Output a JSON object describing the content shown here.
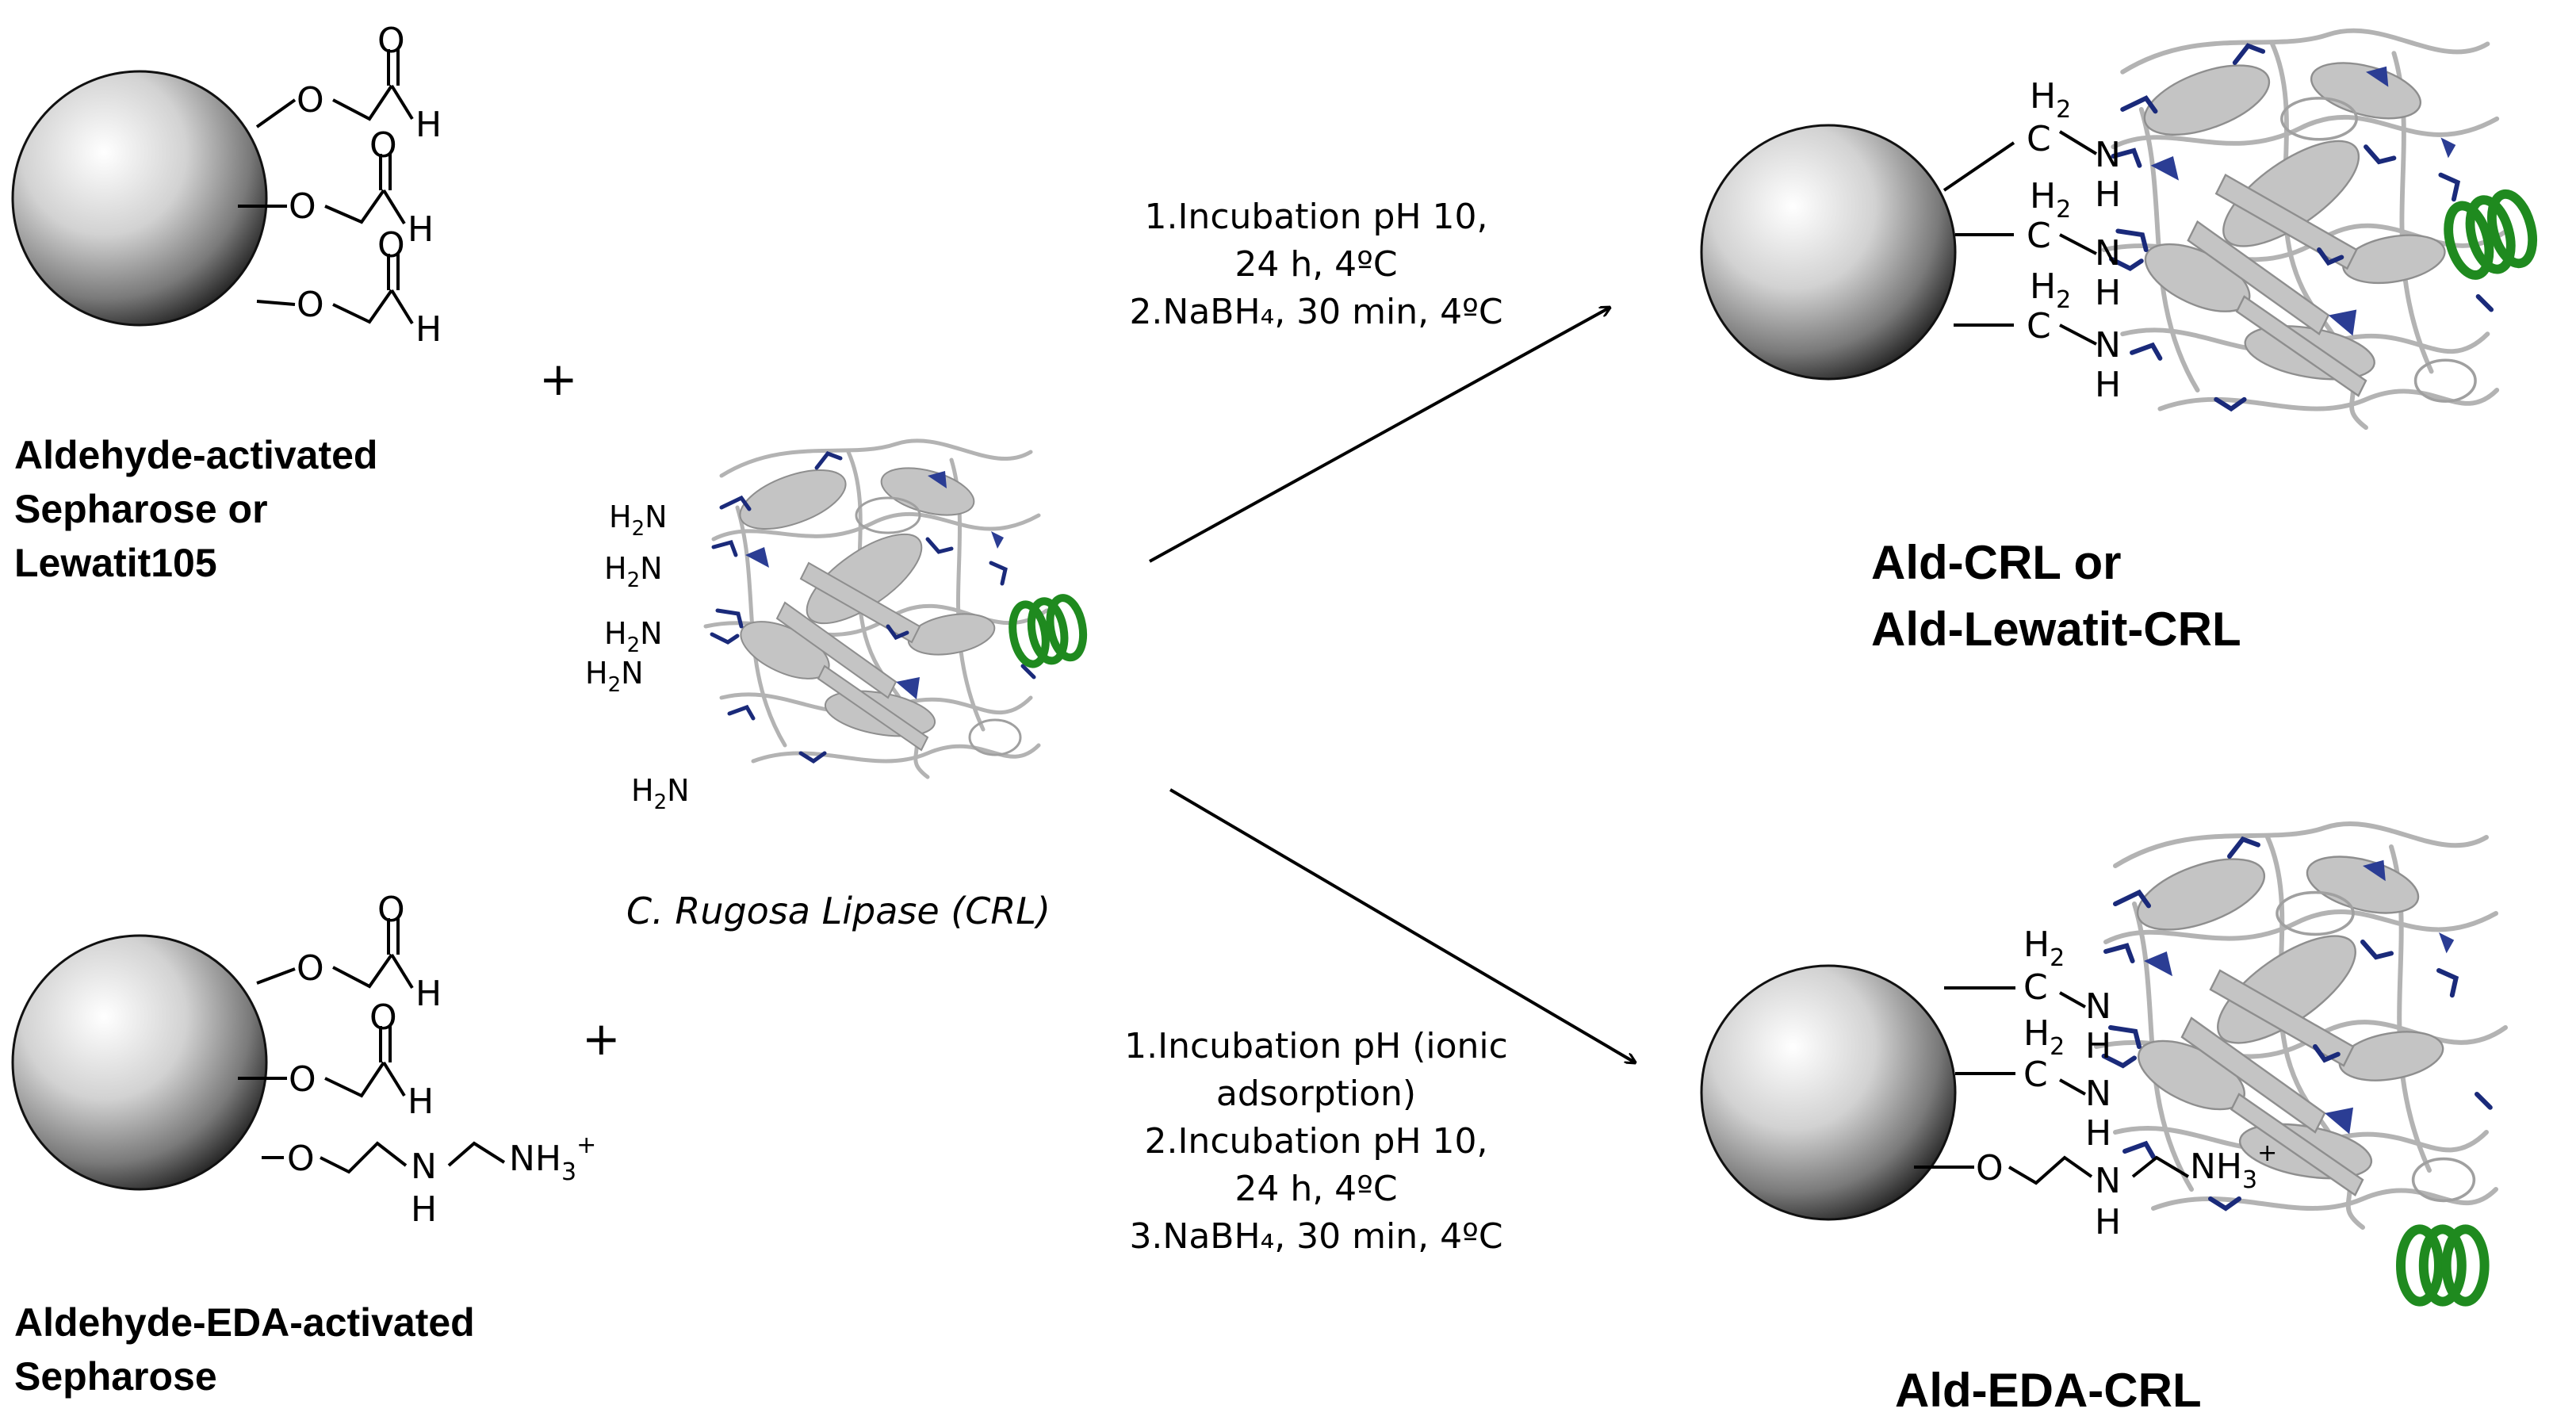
{
  "reactants": {
    "top_label": "Aldehyde-activated\nSepharose or\nLewatit105",
    "bottom_label": "Aldehyde-EDA-activated\nSepharose"
  },
  "enzyme": {
    "name": "C. Rugosa Lipase (CRL)"
  },
  "plus_sign": "+",
  "conditions_top": {
    "line1": "1.Incubation pH 10,",
    "line2": "24 h, 4ºC",
    "line3": "2.NaBH₄, 30 min, 4ºC"
  },
  "conditions_bottom": {
    "line1": "1.Incubation pH (ionic",
    "line2": "adsorption)",
    "line3": "2.Incubation pH 10,",
    "line4": "24 h, 4ºC",
    "line5": "3.NaBH₄, 30 min, 4ºC"
  },
  "products": {
    "top_label": "Ald-CRL or\nAld-Lewatit-CRL",
    "bottom_label": "Ald-EDA-CRL"
  },
  "chem": {
    "O": "O",
    "H": "H",
    "N": "N",
    "C": "C",
    "H2": "H",
    "sub2": "2",
    "NH3": "NH",
    "sub3": "3",
    "plus_charge": "+"
  },
  "colors": {
    "protein_gray": "#b7b7b7",
    "lysine_blue": "#1a2a7a",
    "helix_green": "#1f8a1f"
  }
}
